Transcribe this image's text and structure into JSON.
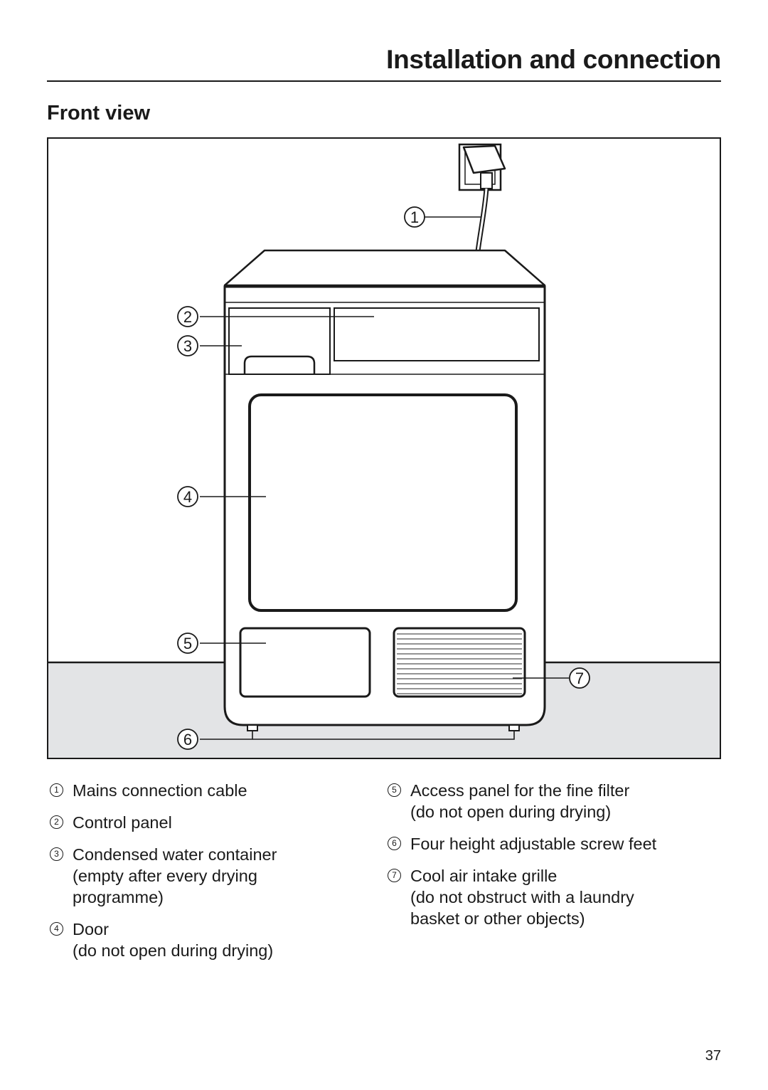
{
  "header": {
    "title": "Installation and connection"
  },
  "section": {
    "title": "Front view"
  },
  "callouts": [
    "1",
    "2",
    "3",
    "4",
    "5",
    "6",
    "7"
  ],
  "legend": {
    "left": [
      {
        "marker": "1",
        "label": "Mains connection cable",
        "note": ""
      },
      {
        "marker": "2",
        "label": "Control panel",
        "note": ""
      },
      {
        "marker": "3",
        "label": "Condensed water container",
        "note": "(empty after every drying programme)"
      },
      {
        "marker": "4",
        "label": "Door",
        "note": "(do not open during drying)"
      }
    ],
    "right": [
      {
        "marker": "5",
        "label": "Access panel for the fine filter",
        "note": "(do not open during drying)"
      },
      {
        "marker": "6",
        "label": "Four height adjustable screw feet",
        "note": ""
      },
      {
        "marker": "7",
        "label": "Cool air intake grille",
        "note": "(do not obstruct with a laundry basket or other objects)"
      }
    ]
  },
  "page_number": "37"
}
